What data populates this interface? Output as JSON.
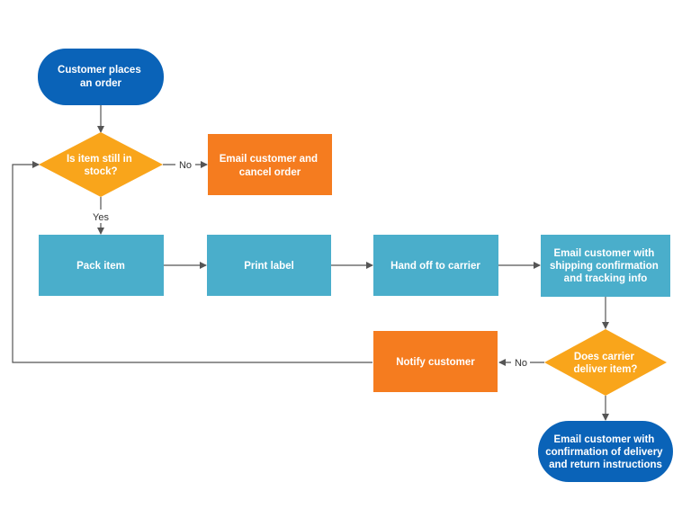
{
  "colors": {
    "terminal": "#0a63b8",
    "decision": "#f9a51b",
    "alert": "#f57c1f",
    "process": "#4aaecb",
    "connector": "#555555"
  },
  "nodes": {
    "start": {
      "shape": "terminal",
      "lines": [
        "Customer places",
        "an order"
      ]
    },
    "in_stock": {
      "shape": "decision",
      "lines": [
        "Is item still in",
        "stock?"
      ]
    },
    "cancel": {
      "shape": "alert",
      "lines": [
        "Email customer and",
        "cancel order"
      ]
    },
    "pack": {
      "shape": "process",
      "lines": [
        "Pack item"
      ]
    },
    "print": {
      "shape": "process",
      "lines": [
        "Print label"
      ]
    },
    "handoff": {
      "shape": "process",
      "lines": [
        "Hand off to carrier"
      ]
    },
    "ship_email": {
      "shape": "process",
      "lines": [
        "Email customer with",
        "shipping confirmation",
        "and tracking info"
      ]
    },
    "delivered": {
      "shape": "decision",
      "lines": [
        "Does carrier",
        "deliver item?"
      ]
    },
    "notify": {
      "shape": "alert",
      "lines": [
        "Notify customer"
      ]
    },
    "end": {
      "shape": "terminal",
      "lines": [
        "Email customer with",
        "confirmation of delivery",
        "and return instructions"
      ]
    }
  },
  "edges": {
    "no_stock": "No",
    "yes_stock": "Yes",
    "no_delivery": "No"
  }
}
